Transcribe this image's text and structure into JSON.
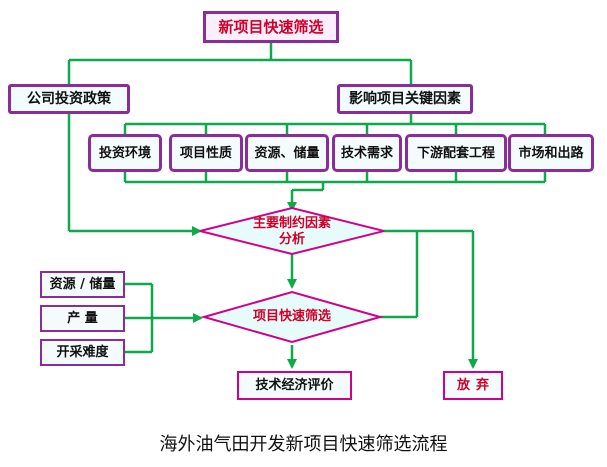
{
  "nodes": {
    "top": "新项目快速筛选",
    "policy": "公司投资政策",
    "key_factors": "影响项目关键因素",
    "factors": [
      "投资环境",
      "项目性质",
      "资源、储量",
      "技术需求",
      "下游配套工程",
      "市场和出路"
    ],
    "analysis_line1": "主要制约因素",
    "analysis_line2": "分析",
    "screening": "项目快速筛选",
    "left_inputs": [
      "资源 / 储量",
      "产 量",
      "开采难度"
    ],
    "evaluation": "技术经济评价",
    "give_up": "放弃"
  },
  "caption": "海外油气田开发新项目快速筛选流程",
  "colors": {
    "connector": "#0fa84a",
    "box_border": "#8a2c9a",
    "outcome_border": "#d0008a",
    "diamond_border": "#d0008a",
    "diamond_fill": "#e8fbfb",
    "title_text": "#d0002a"
  }
}
